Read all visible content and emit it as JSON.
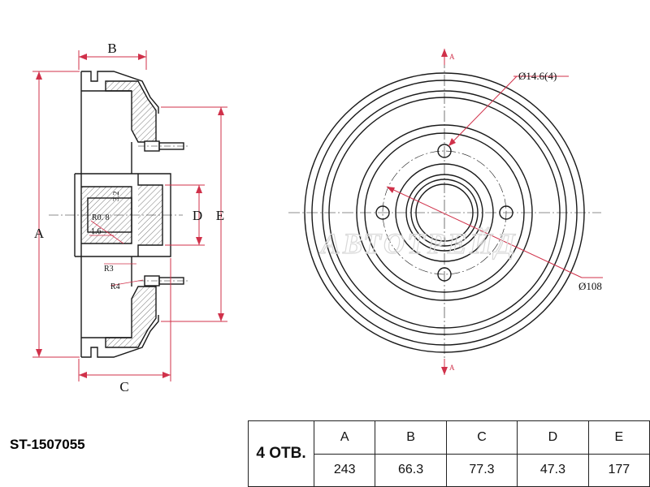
{
  "part_number": "ST-1507055",
  "holes_label": "4 ОТВ.",
  "watermark": "АВТОТРЕЙД",
  "dimension_table": {
    "headers": [
      "A",
      "B",
      "C",
      "D",
      "E"
    ],
    "values": [
      "243",
      "66.3",
      "77.3",
      "47.3",
      "177"
    ]
  },
  "side_view": {
    "dim_labels": {
      "a": "A",
      "b": "B",
      "c": "C",
      "d": "D",
      "e": "E"
    },
    "annotations": {
      "r08": "R0. 8",
      "s16": "1.6",
      "s32": "3.2",
      "r3": "R3",
      "r4": "R4"
    }
  },
  "front_view": {
    "bolt_hole_label": "Ø14.6(4)",
    "pcd_label": "Ø108",
    "section_marker": "A"
  },
  "colors": {
    "dimension": "#d0314a",
    "line": "#1a1a1a",
    "hatch": "#555555"
  }
}
